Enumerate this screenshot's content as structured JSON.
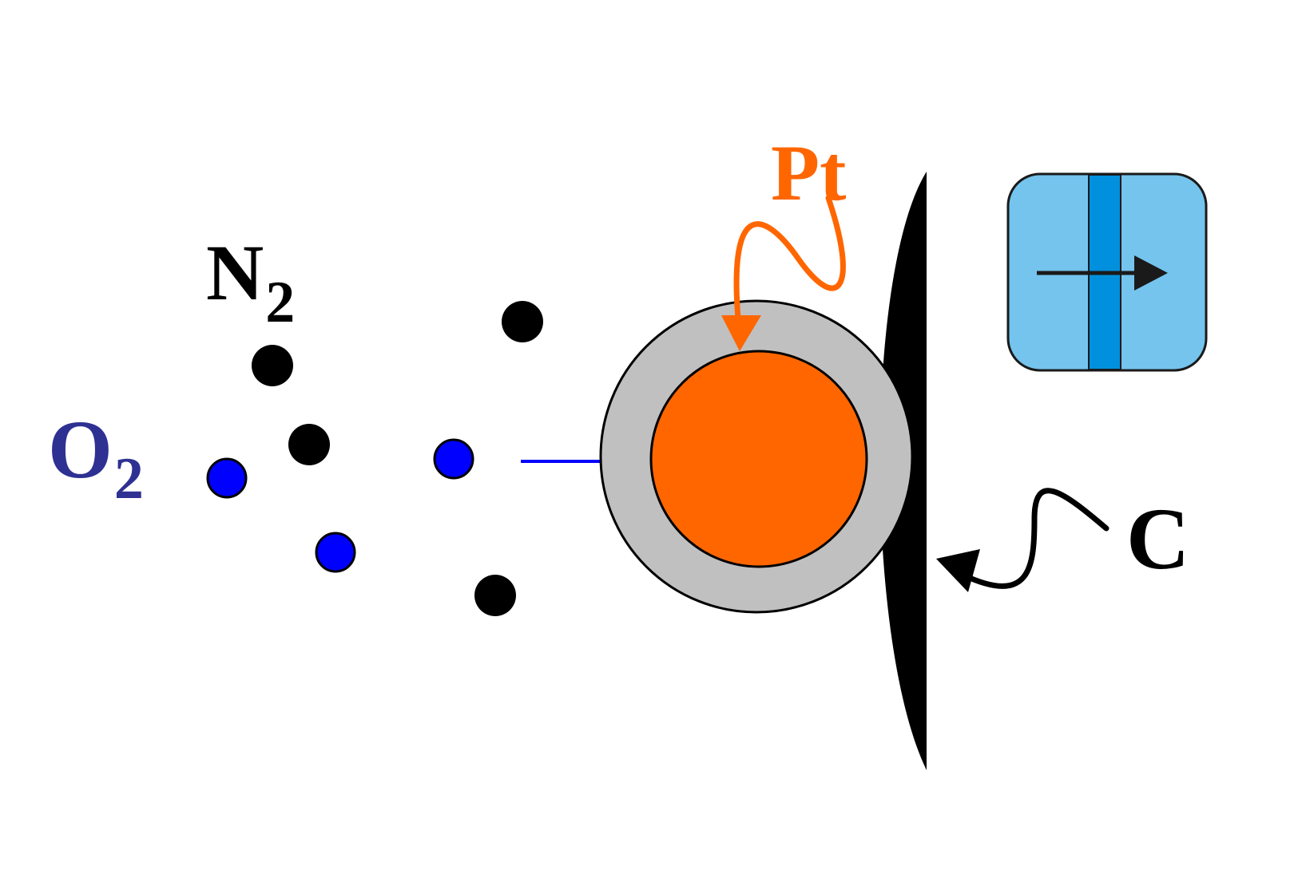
{
  "labels": {
    "n2": {
      "main": "N",
      "sub": "2"
    },
    "o2": {
      "main": "O",
      "sub": "2"
    },
    "pt": "Pt",
    "c": "C"
  },
  "colors": {
    "background": "#ffffff",
    "o2": "#2e3192",
    "o2_molecule": "#0000ff",
    "n2_molecule": "#000000",
    "pt": "#ff6600",
    "pt_arrow": "#ff6600",
    "shell": "#c0c0c0",
    "carbon": "#000000",
    "flow_arrow": "#0000ff",
    "membrane_light": "#74c4ee",
    "membrane_dark": "#0090dd"
  },
  "icons": {
    "membrane": "membrane-flow-icon"
  }
}
